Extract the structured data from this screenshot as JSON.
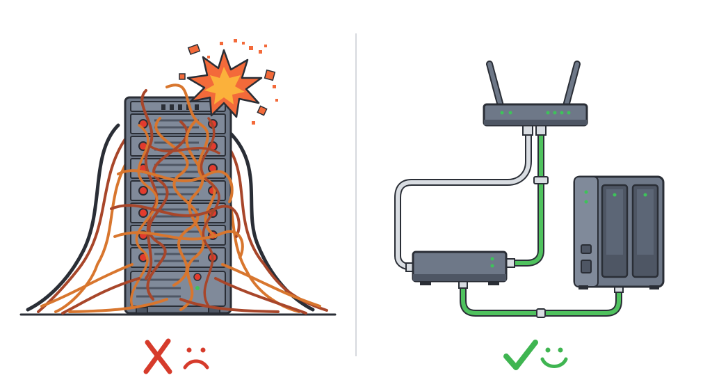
{
  "colors": {
    "background": "#ffffff",
    "outline": "#2a2e36",
    "rack_body": "#6e7888",
    "rack_panel": "#808a9a",
    "rack_dark": "#4e5664",
    "led_red": "#e23b2e",
    "led_green": "#3ec35a",
    "cable_orange": "#d8762e",
    "cable_rust": "#a8462a",
    "cable_black": "#2a2e36",
    "cable_gray": "#d9dde2",
    "cable_green": "#4fc25e",
    "explosion_outer": "#f36a3a",
    "explosion_inner": "#fbb13b",
    "divider": "#d6d9de",
    "cross": "#d63b2b",
    "check": "#3fb551"
  },
  "panels": [
    {
      "name": "messy-side",
      "icons": [
        "server-rack-icon",
        "tangled-cables-icon",
        "explosion-icon",
        "cross-icon",
        "sad-face-icon"
      ],
      "verdict": "cross",
      "mood": "sad"
    },
    {
      "name": "tidy-side",
      "icons": [
        "router-icon",
        "network-switch-icon",
        "nas-server-icon",
        "check-icon",
        "happy-face-icon"
      ],
      "verdict": "check",
      "mood": "happy"
    }
  ]
}
